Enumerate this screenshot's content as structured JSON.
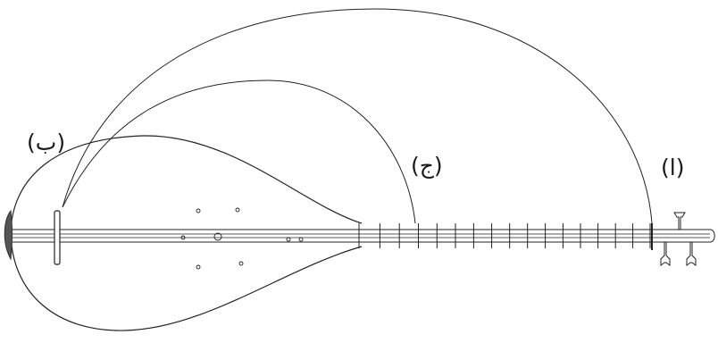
{
  "labels": {
    "a": "(ا)",
    "b": "(ب)",
    "j": "(ج)"
  },
  "colors": {
    "ink": "#1a1a1a",
    "background": "#ffffff",
    "bridge_shadow": "#555555"
  },
  "icons": {
    "tuning_peg": "tuning-peg-icon",
    "bridge": "bridge-icon",
    "sound_hole": "sound-hole-icon"
  },
  "fret_count": 16
}
